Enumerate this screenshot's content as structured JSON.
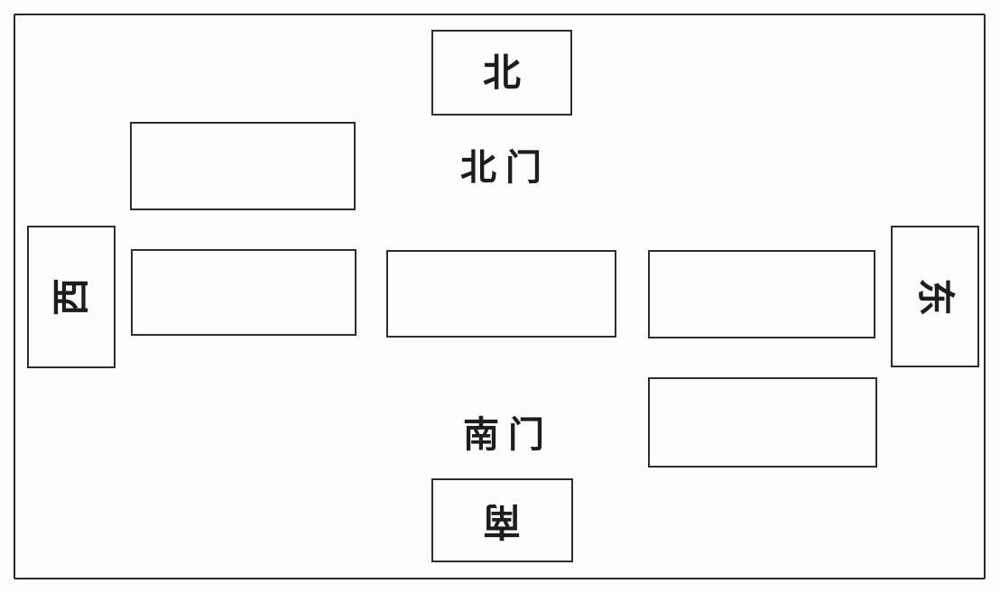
{
  "diagram": {
    "type": "schematic-map-worksheet",
    "compass": {
      "north": {
        "label": "北",
        "orientation": "upright"
      },
      "south": {
        "label": "南",
        "orientation": "rotated-180"
      },
      "west": {
        "label": "西",
        "orientation": "rotated-90-ccw"
      },
      "east": {
        "label": "东",
        "orientation": "rotated-90-cw"
      }
    },
    "gates": {
      "north": {
        "label": "北门"
      },
      "south": {
        "label": "南门"
      }
    },
    "blank_boxes": {
      "count": 5,
      "positions": [
        "northwest",
        "middle-west",
        "middle-center",
        "middle-east",
        "southeast"
      ],
      "content": ""
    },
    "colors": {
      "ink": "#2a2a2a",
      "background": "#fdfdfd"
    }
  }
}
